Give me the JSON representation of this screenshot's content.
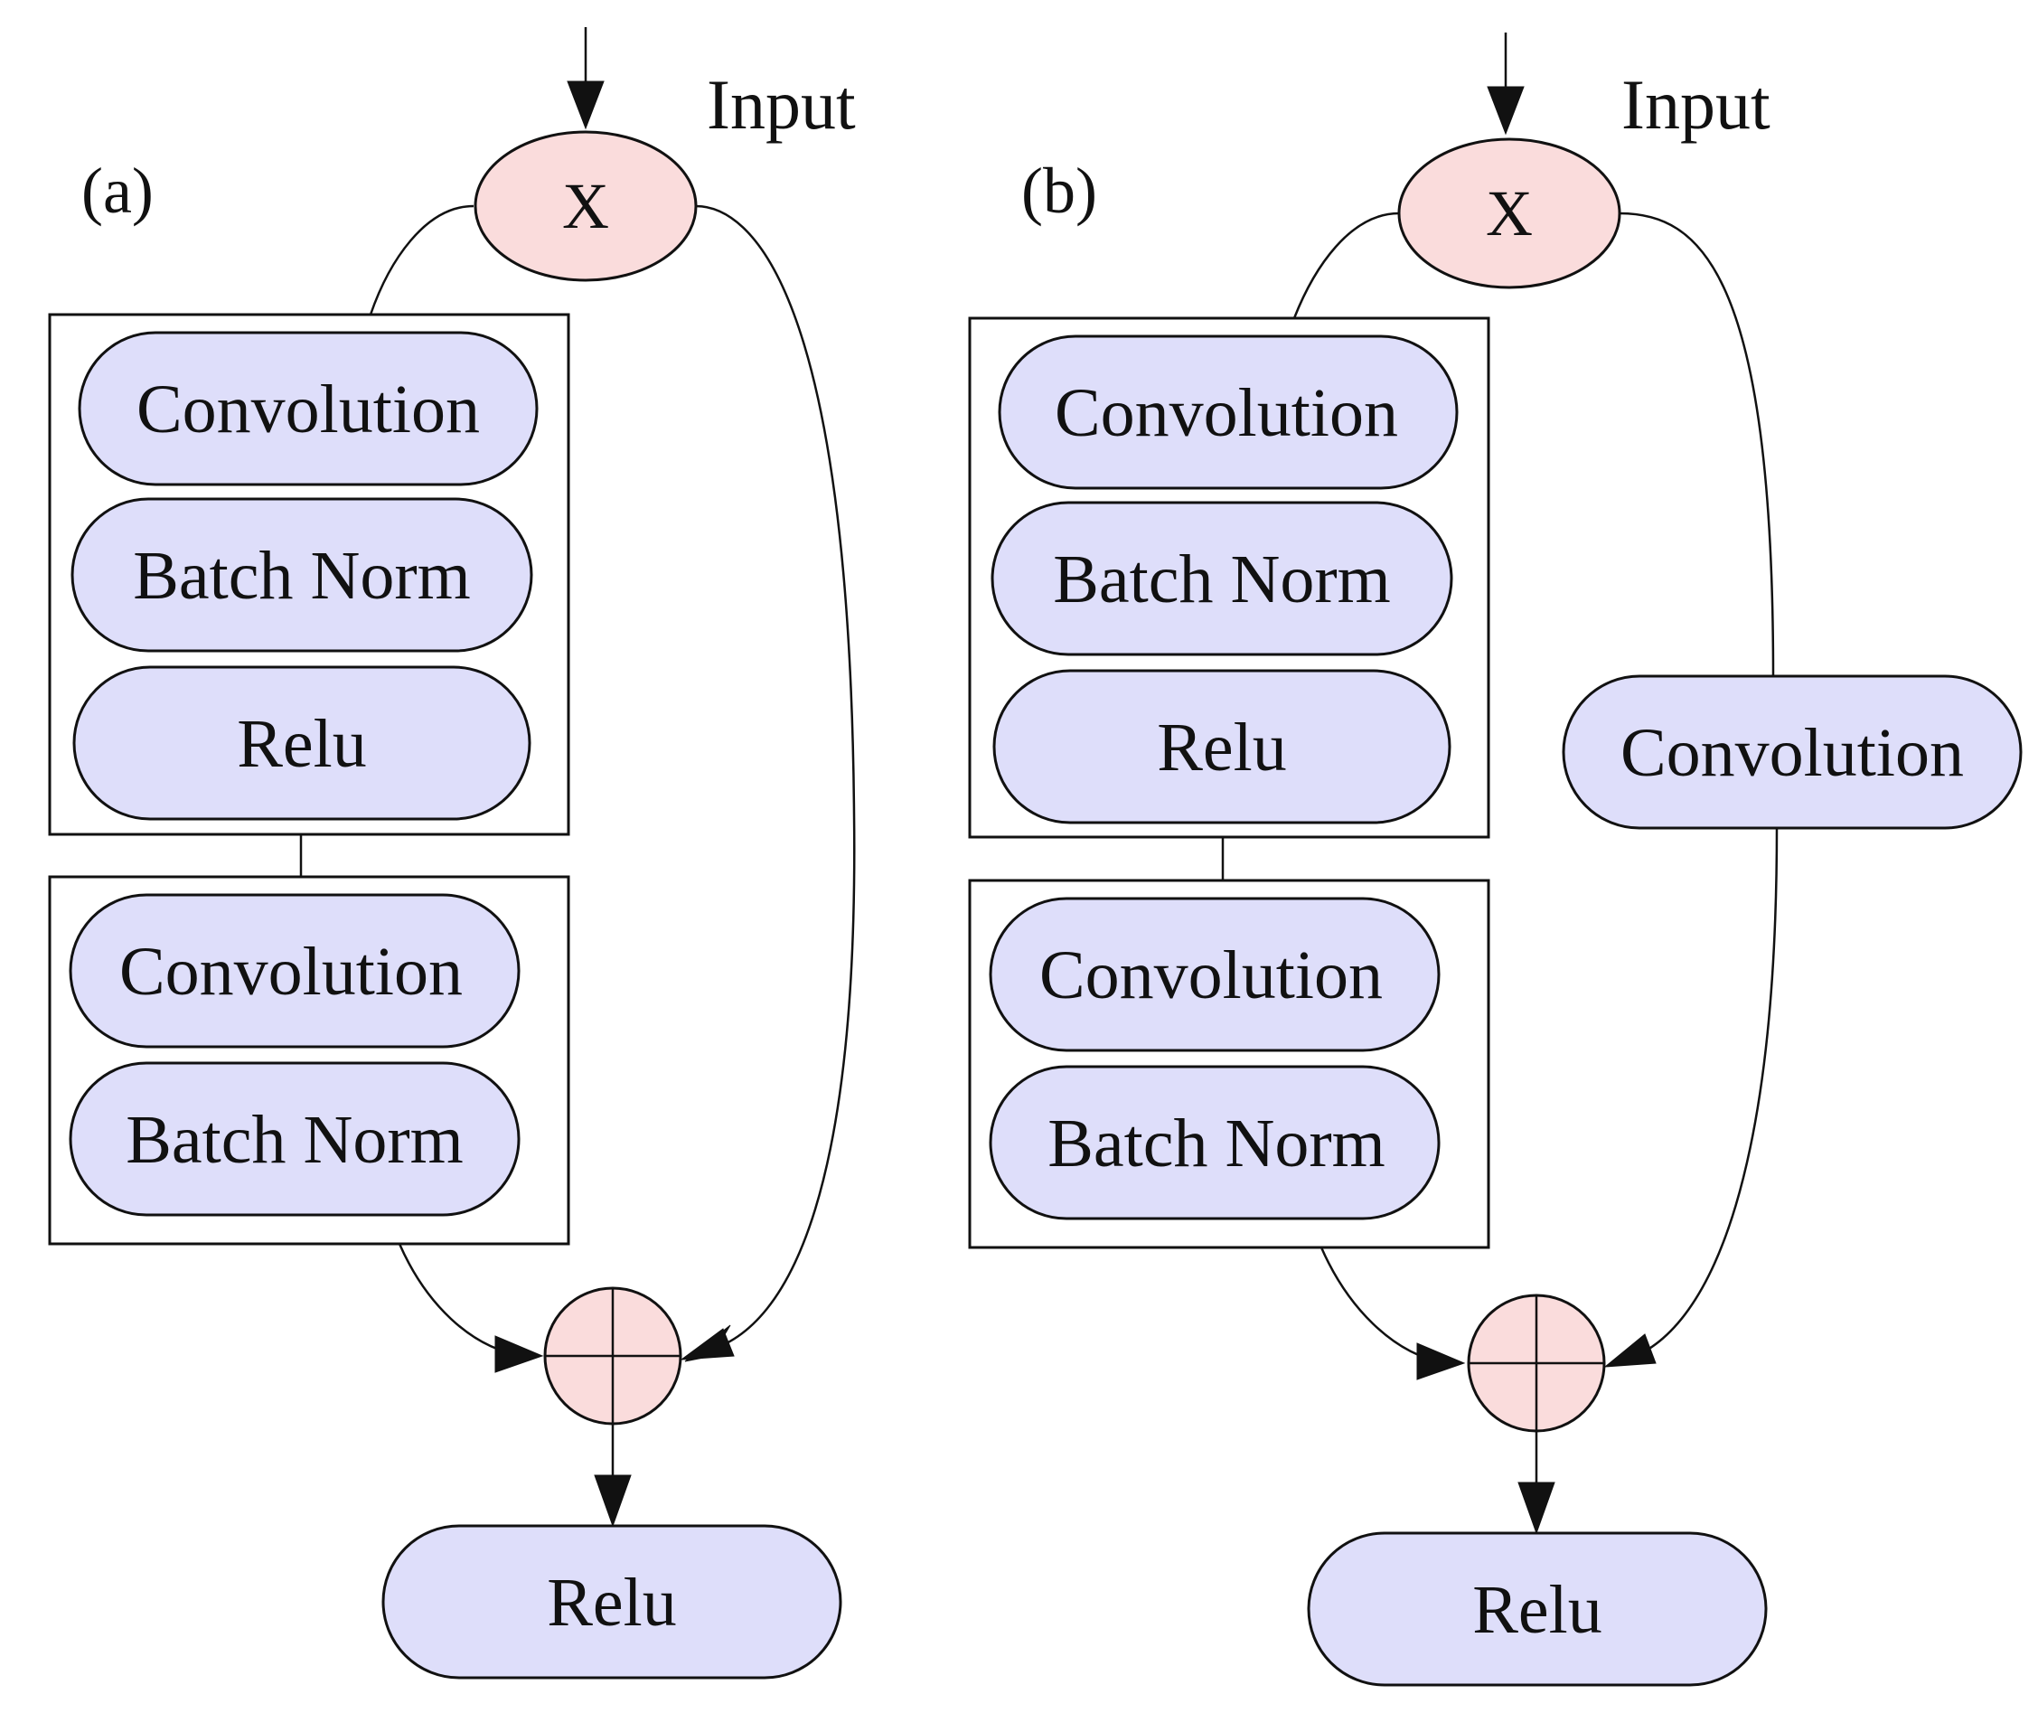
{
  "colors": {
    "layer_fill": "#dedefa",
    "input_fill": "#fadcdc",
    "stroke": "#111111"
  },
  "panel_a": {
    "label": "(a)",
    "input_label": "Input",
    "input_node": "X",
    "block1": [
      "Convolution",
      "Batch Norm",
      "Relu"
    ],
    "block2": [
      "Convolution",
      "Batch Norm"
    ],
    "add_icon": "circle-plus",
    "output": "Relu"
  },
  "panel_b": {
    "label": "(b)",
    "input_label": "Input",
    "input_node": "X",
    "block1": [
      "Convolution",
      "Batch Norm",
      "Relu"
    ],
    "block2": [
      "Convolution",
      "Batch Norm"
    ],
    "shortcut": "Convolution",
    "add_icon": "circle-plus",
    "output": "Relu"
  }
}
